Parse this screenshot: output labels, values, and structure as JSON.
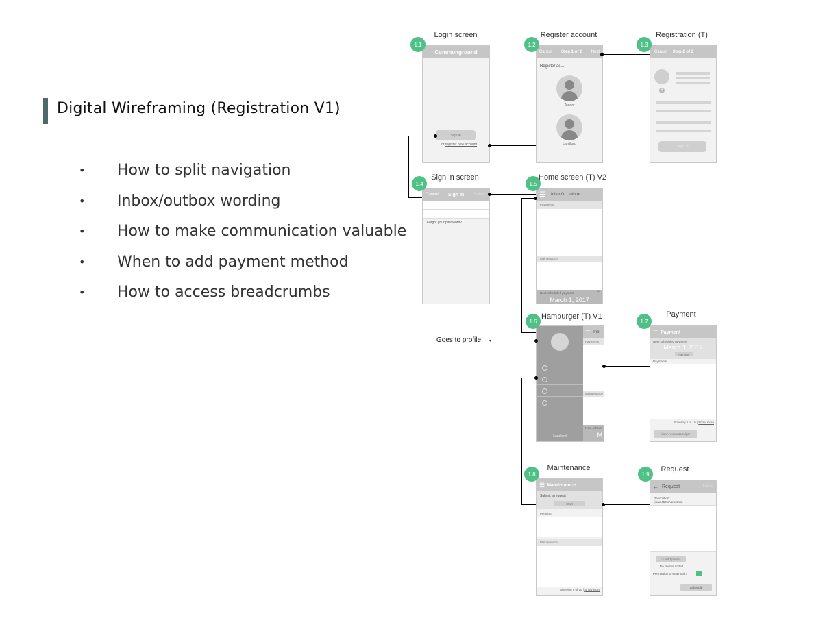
{
  "title": "Digital Wireframing (Registration V1)",
  "bullets": [
    "How to split navigation",
    "Inbox/outbox wording",
    "How to make communication valuable",
    "When to add payment method",
    "How to access breadcrumbs"
  ],
  "screens": {
    "s11": {
      "num": "1.1",
      "title": "Login screen",
      "app_name": "Commonground",
      "sign_in": "Sign in",
      "or": "or",
      "register_link": "register new account"
    },
    "s12": {
      "num": "1.2",
      "title": "Register account",
      "cancel": "Cancel",
      "step": "Step 1 of 2",
      "next": "Next",
      "register_as": "Register as...",
      "tenant": "Tenant",
      "landlord": "Landlord"
    },
    "s13": {
      "num": "1.3",
      "title": "Registration (T)",
      "cancel": "Cancel",
      "step": "Step 2 of 2",
      "signup": "Sign up"
    },
    "s14": {
      "num": "1.4",
      "title": "Sign in screen",
      "cancel": "Cancel",
      "header": "Sign in",
      "submit": "Submit",
      "forgot": "Forgot your password?"
    },
    "s15": {
      "num": "1.5",
      "title": "Home screen (T) V2",
      "inbox": "InboxO",
      "outbox": "utbox",
      "payments": "Payments",
      "maintenance": "Maintenance",
      "next_payment": "Next scheduled payment",
      "date": "March 1, 2017"
    },
    "s16": {
      "num": "1.6",
      "title": "Hamburger (T) V1",
      "user": "Landlord",
      "inbox_partial": "Inb",
      "payments": "Payments",
      "maintenance": "Maintenance",
      "next_partial": "Next schedu",
      "date_partial": "M"
    },
    "s17": {
      "num": "1.7",
      "title": "Payment",
      "header": "Payment",
      "next_payment": "Next scheduled payment",
      "date": "March 1, 2017",
      "pay_now": "Pay now",
      "payments": "Payments",
      "showing": "Showing 5 of 10 |",
      "show_more": "Show more",
      "ledger": "View Account Ledger"
    },
    "s18": {
      "num": "1.8",
      "title": "Maintenance",
      "header": "Maintenance",
      "submit_request": "Submit a request",
      "start": "Start",
      "pending": "Pending",
      "maintenance": "Maintenance",
      "showing": "Showing 5 of 10 |",
      "show_more": "Show more"
    },
    "s19": {
      "num": "1.9",
      "title": "Request",
      "header": "Request",
      "submit": "Submit",
      "description": "Description:",
      "chars": "(max 450 characters)",
      "add_photos": "Add photos",
      "no_photos": "No photos added",
      "permission": "Permission to enter unit?",
      "schedule": "Schedule"
    }
  },
  "annotations": {
    "goes_to_profile": "Goes to profile"
  },
  "colors": {
    "badge": "#4fc187",
    "accent_bar": "#4b6a68",
    "header_grey": "#c6c6c6",
    "toggle": "#4fc187"
  }
}
